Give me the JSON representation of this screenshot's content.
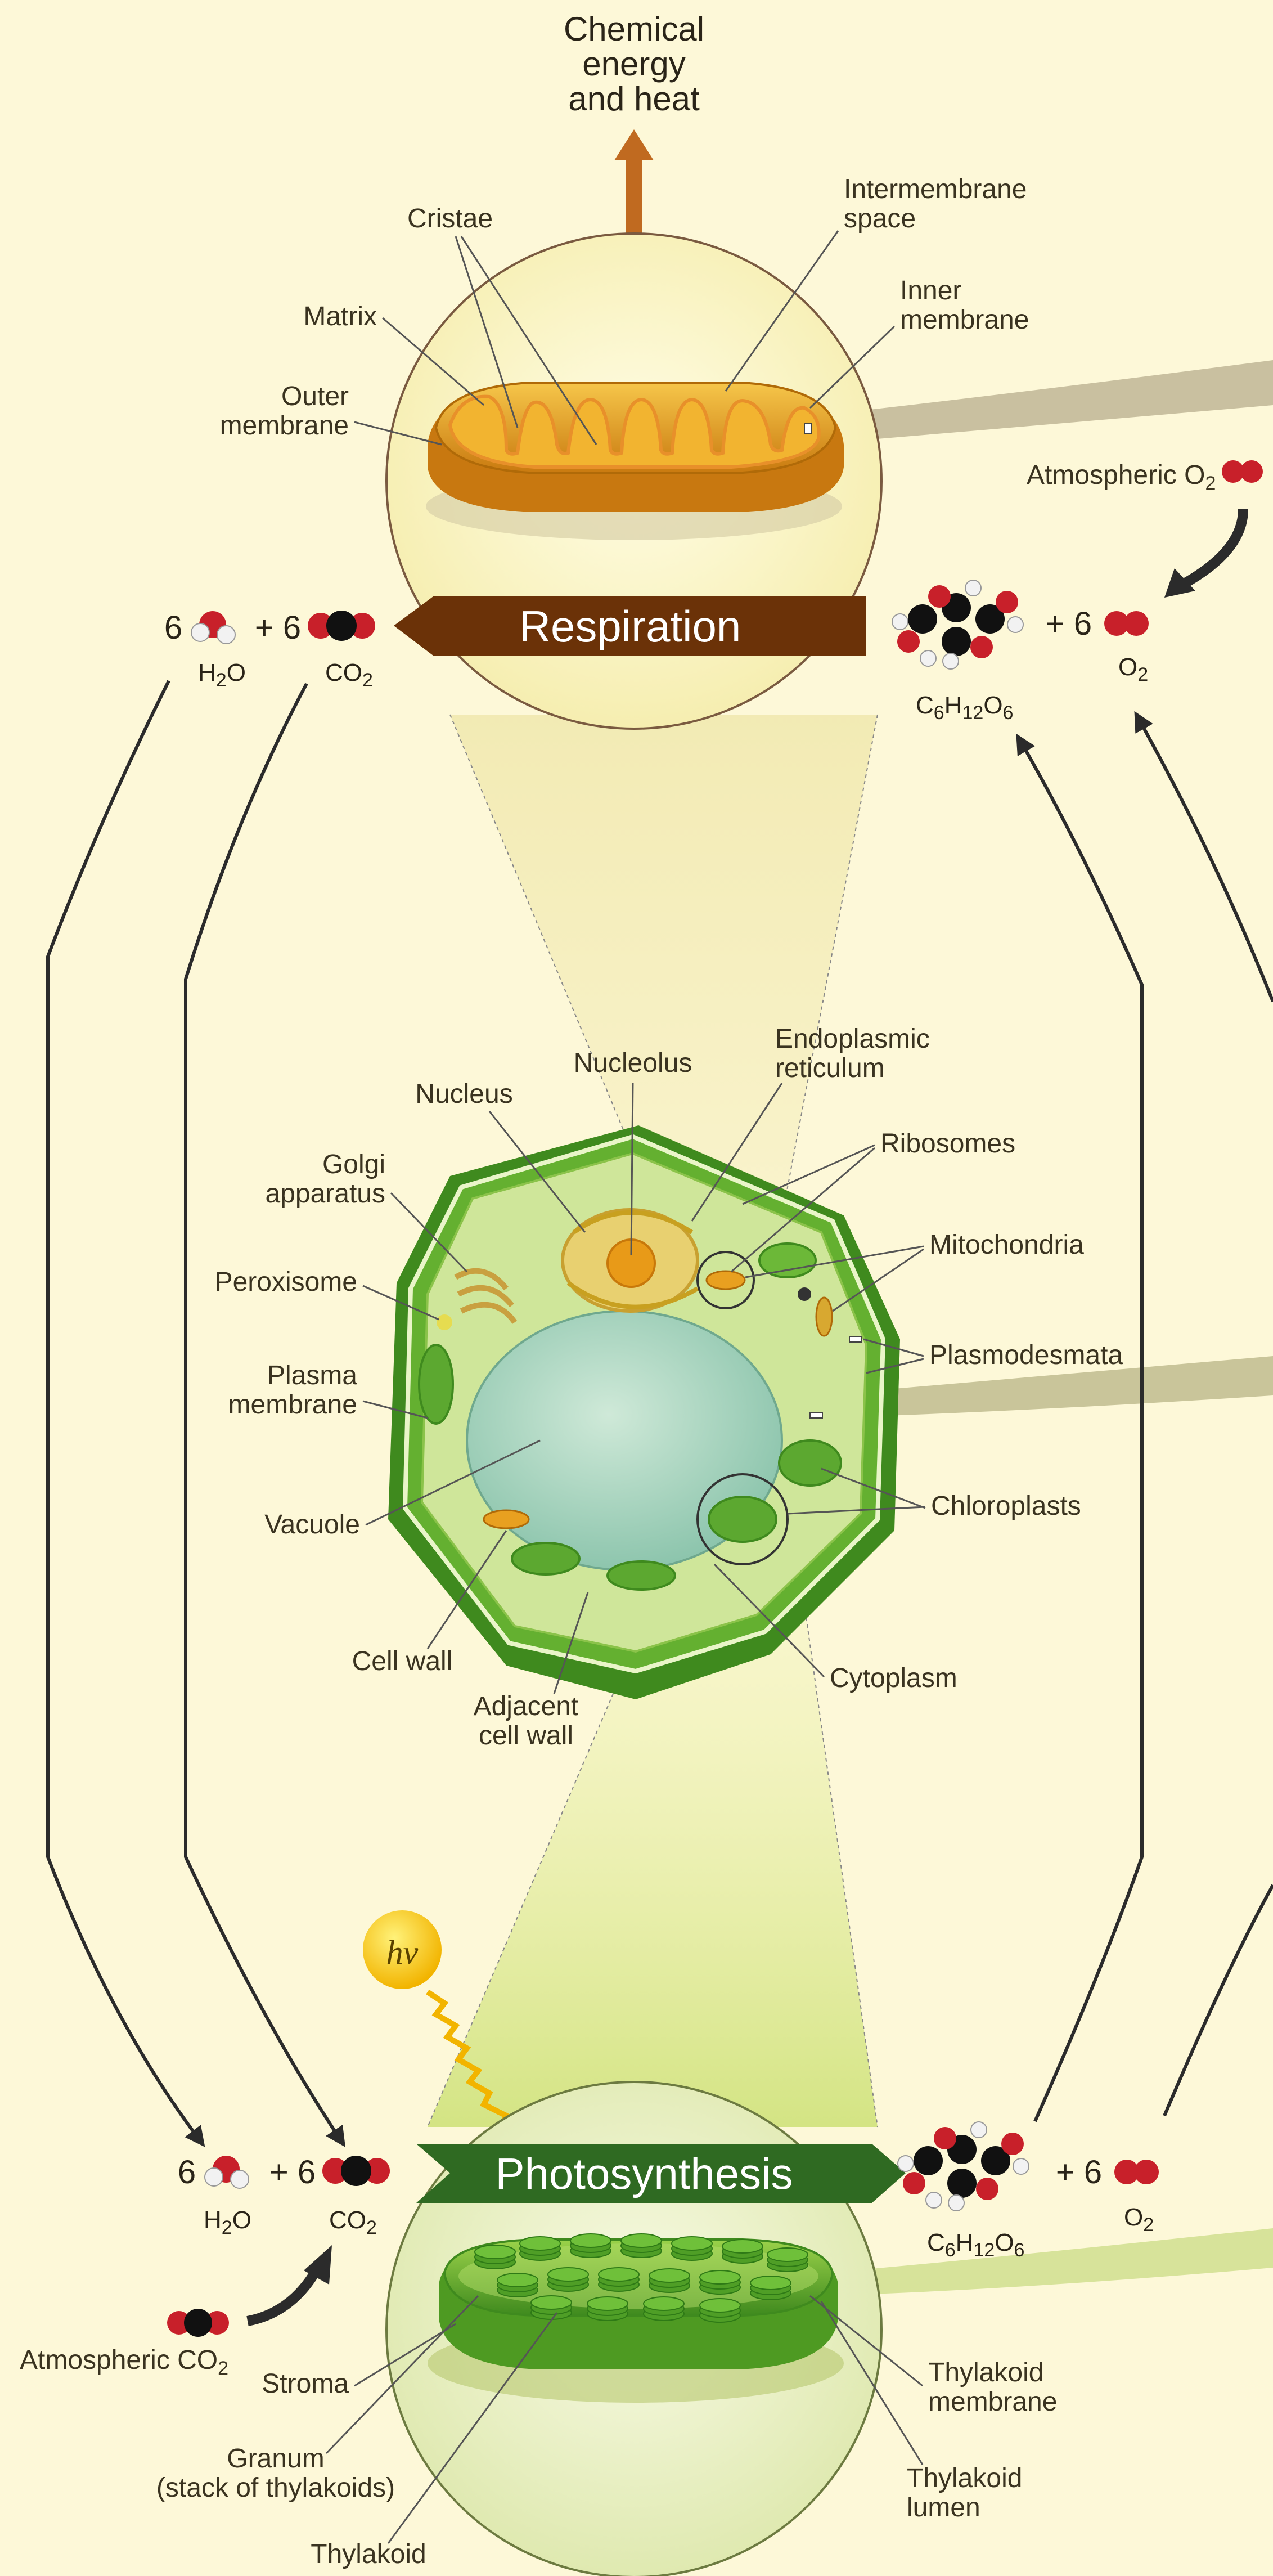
{
  "top_output": [
    "Chemical",
    "energy",
    "and heat"
  ],
  "respiration": {
    "title": "Respiration",
    "labels": {
      "cristae": "Cristae",
      "matrix": "Matrix",
      "outer_membrane": [
        "Outer",
        "membrane"
      ],
      "intermembrane_space": [
        "Intermembrane",
        "space"
      ],
      "inner_membrane": [
        "Inner",
        "membrane"
      ],
      "atmospheric_o2": "Atmospheric O",
      "atmospheric_o2_sub": "2"
    },
    "left_eq": {
      "coef1": "6",
      "plus": "+ 6",
      "m1": "H",
      "m1_sub": "2",
      "m1_tail": "O",
      "m2": "CO",
      "m2_sub": "2"
    },
    "right_eq": {
      "glucose": [
        "C",
        "6",
        "H",
        "12",
        "O",
        "6"
      ],
      "plus": "+ 6",
      "o2": "O",
      "o2_sub": "2"
    }
  },
  "cell": {
    "labels": {
      "nucleolus": "Nucleolus",
      "nucleus": "Nucleus",
      "er": [
        "Endoplasmic",
        "reticulum"
      ],
      "golgi": [
        "Golgi",
        "apparatus"
      ],
      "ribosomes": "Ribosomes",
      "peroxisome": "Peroxisome",
      "mitochondria": "Mitochondria",
      "plasmodesmata": "Plasmodesmata",
      "plasma_membrane": [
        "Plasma",
        "membrane"
      ],
      "vacuole": "Vacuole",
      "chloroplasts": "Chloroplasts",
      "cell_wall": "Cell wall",
      "adjacent_cell_wall": [
        "Adjacent",
        "cell wall"
      ],
      "cytoplasm": "Cytoplasm"
    }
  },
  "photosynthesis": {
    "title": "Photosynthesis",
    "light": "hν",
    "left_eq": {
      "coef1": "6",
      "plus": "+ 6",
      "m1": "H",
      "m1_sub": "2",
      "m1_tail": "O",
      "m2": "CO",
      "m2_sub": "2"
    },
    "right_eq": {
      "glucose": [
        "C",
        "6",
        "H",
        "12",
        "O",
        "6"
      ],
      "plus": "+ 6",
      "o2": "O",
      "o2_sub": "2"
    },
    "labels": {
      "atmospheric_co2": "Atmospheric CO",
      "atmospheric_co2_sub": "2",
      "stroma": "Stroma",
      "granum": [
        "Granum",
        "(stack of thylakoids)"
      ],
      "thylakoid": "Thylakoid",
      "thylakoid_membrane": [
        "Thylakoid",
        "membrane"
      ],
      "thylakoid_lumen": [
        "Thylakoid",
        "lumen"
      ]
    }
  },
  "colors": {
    "background": "#fdf8d8",
    "respiration_banner": "#6b3208",
    "photosynthesis_banner": "#2f6a22",
    "mito_orange": "#e8a020",
    "chloroplast_green": "#5cae2e",
    "cell_wall_green": "#4e9a22",
    "vacuole": "#a9d5bf"
  }
}
